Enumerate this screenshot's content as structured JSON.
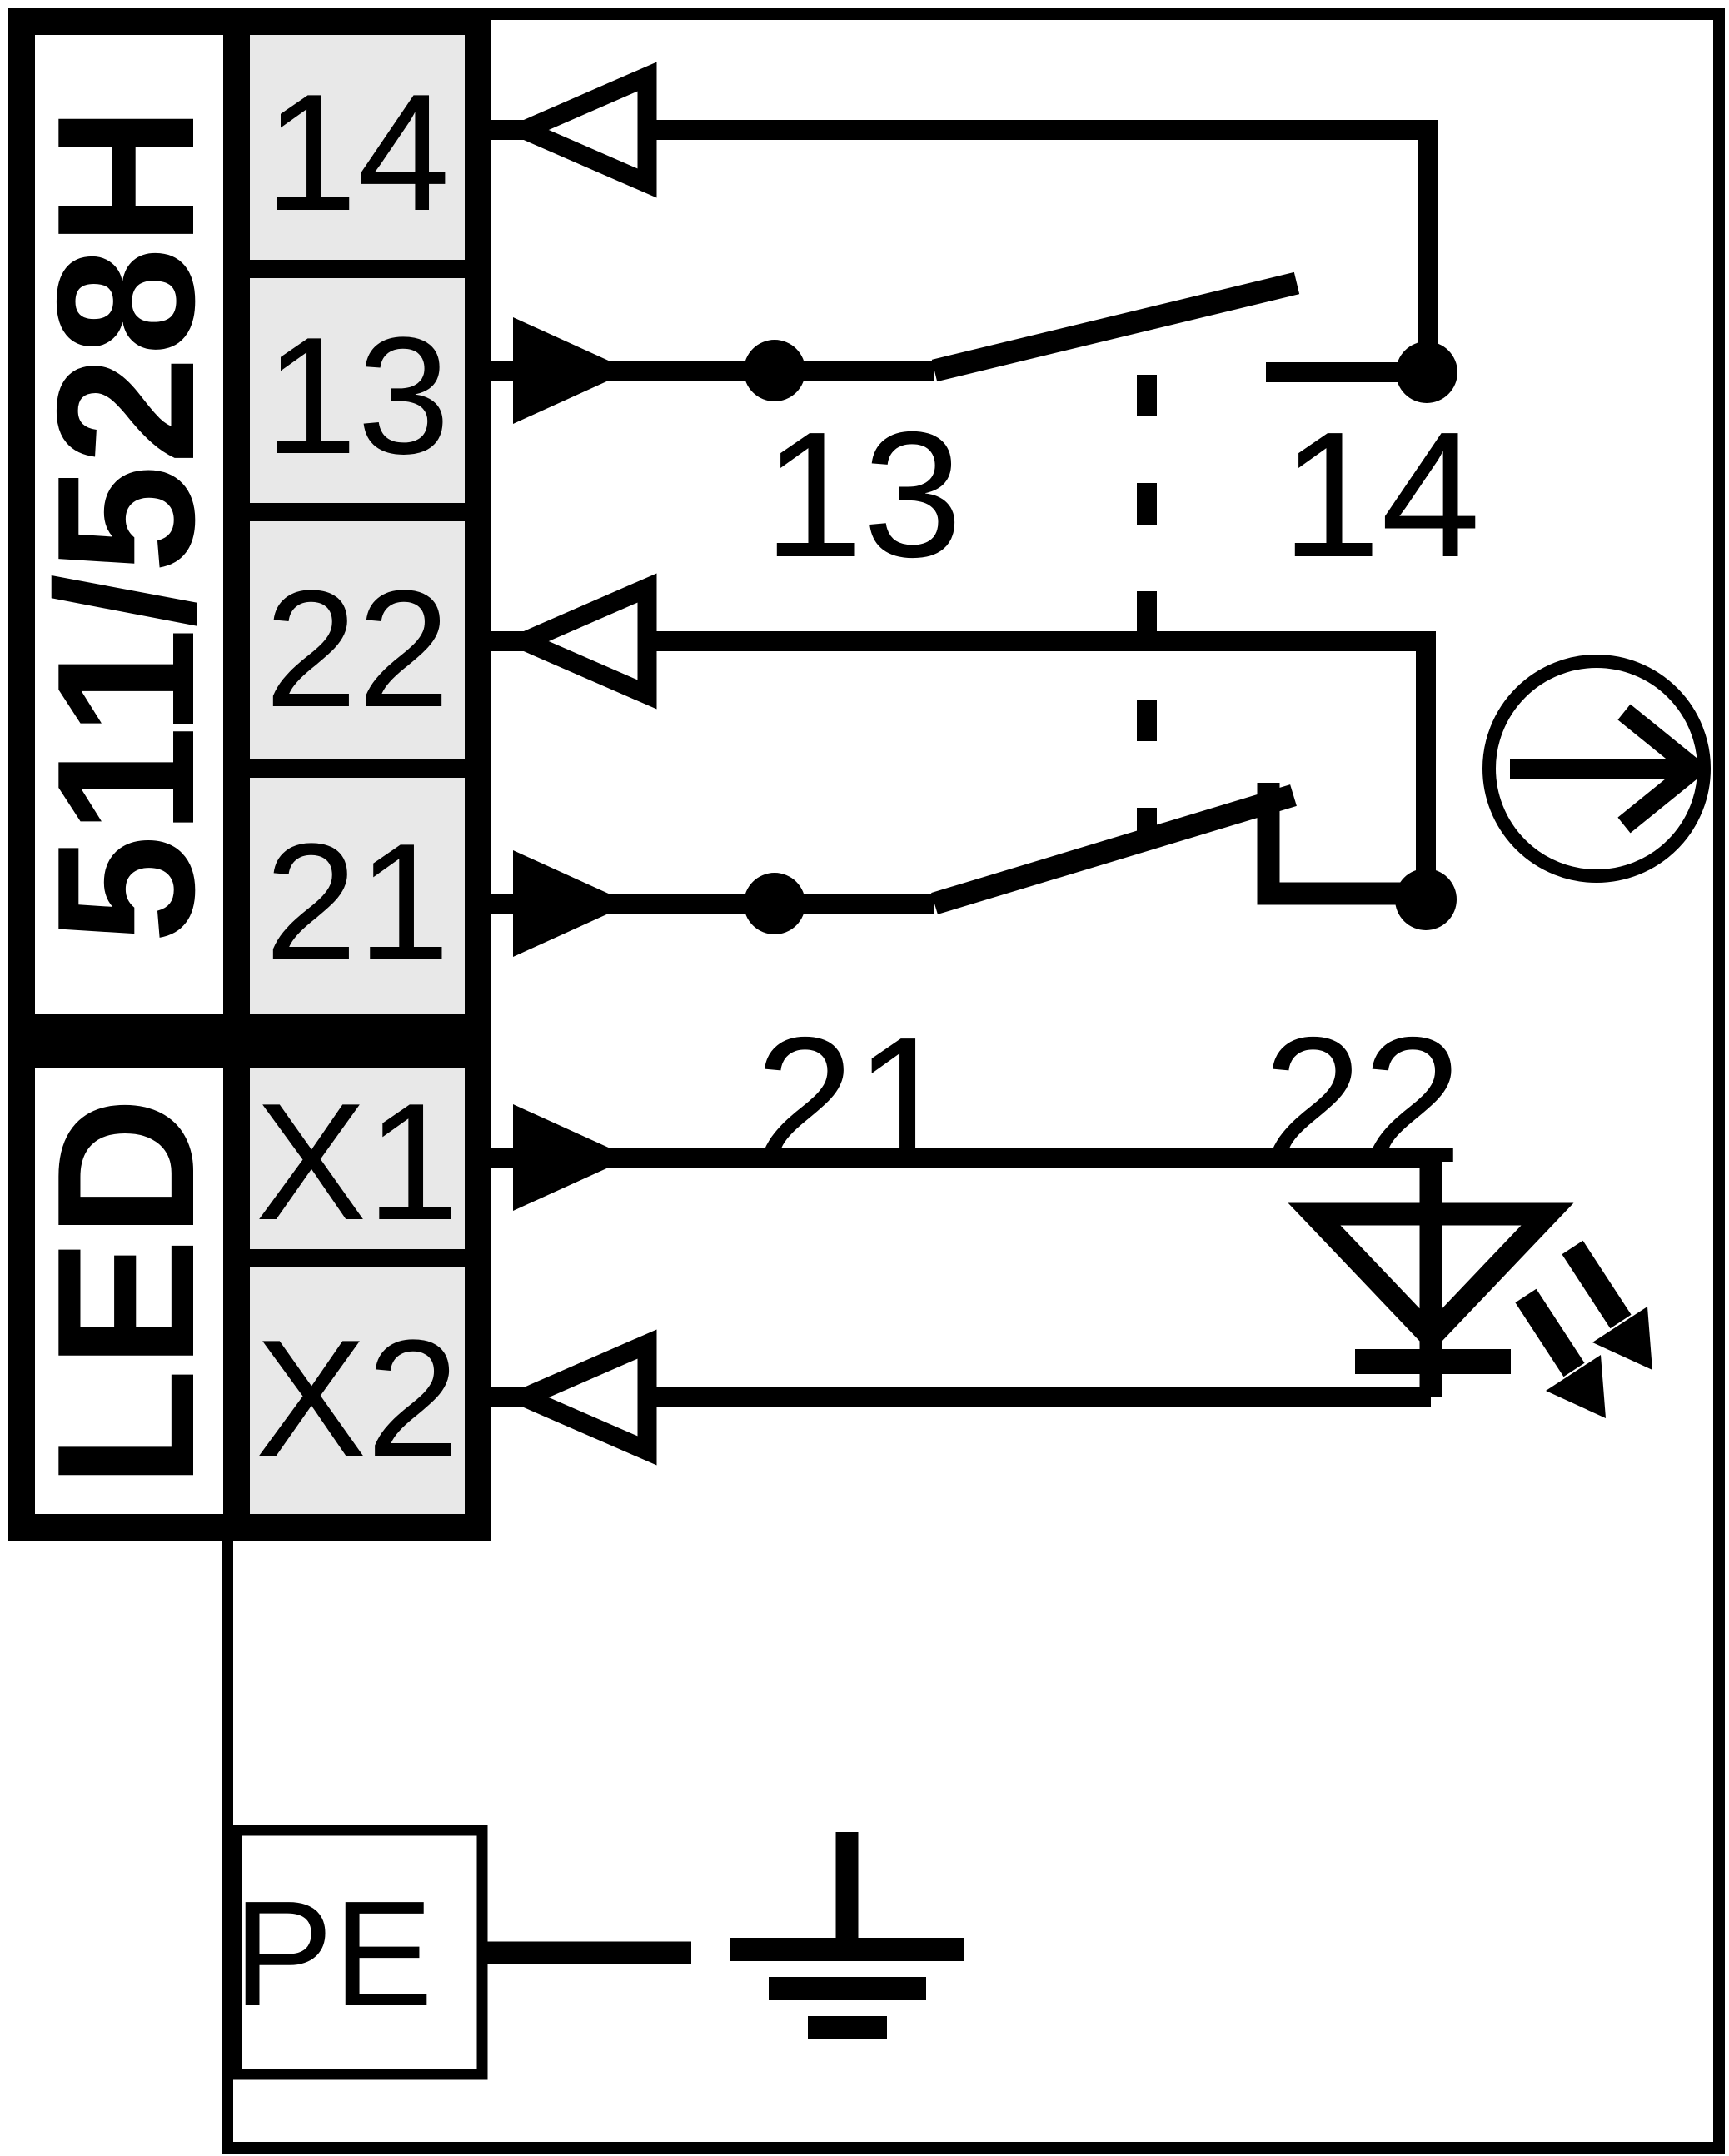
{
  "diagram": {
    "device_block_label": "511/528H",
    "led_block_label": "LED",
    "terminals": [
      "14",
      "13",
      "22",
      "21",
      "X1",
      "X2"
    ],
    "pe_terminal_label": "PE",
    "no_contact": {
      "left_label": "13",
      "right_label": "14"
    },
    "nc_contact": {
      "left_label": "21",
      "right_label": "22"
    },
    "colors": {
      "line": "#000000",
      "terminal_cell": "#e8e8e8",
      "background": "#ffffff"
    },
    "icons": [
      "input-arrow-icon",
      "output-arrow-icon",
      "actuation-direction-icon",
      "led-icon",
      "light-emission-icon",
      "ground-icon",
      "mechanical-link-icon"
    ]
  }
}
